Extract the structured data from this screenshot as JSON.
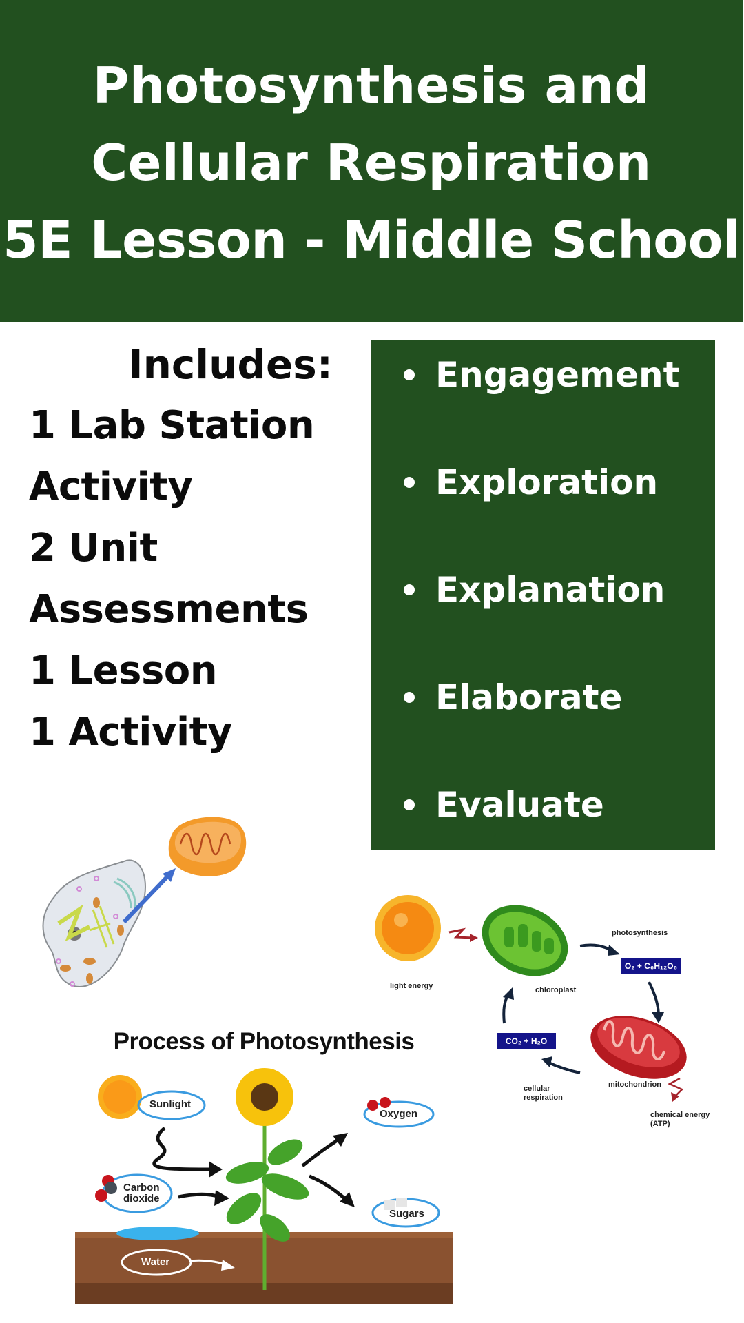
{
  "header": {
    "title_line1": "Photosynthesis and",
    "title_line2": "Cellular Respiration",
    "title_line3": "5E Lesson - Middle School",
    "bg_color": "#22501f"
  },
  "includes": {
    "title": "Includes:",
    "lines": [
      "1 Lab Station",
      "Activity",
      "2 Unit",
      "Assessments",
      "1 Lesson",
      "1 Activity"
    ]
  },
  "phases": {
    "items": [
      "Engagement",
      "Exploration",
      "Explanation",
      "Elaborate",
      "Evaluate"
    ],
    "bg_color": "#22501f"
  },
  "cell_illustration": {
    "icons": [
      "animal-cell-icon",
      "mitochondrion-icon",
      "arrow-icon"
    ]
  },
  "cycle_diagram": {
    "labels": {
      "light_energy": "light energy",
      "chloroplast": "chloroplast",
      "photosynthesis": "photosynthesis",
      "products": "O₂ + C₆H₁₂O₆",
      "mitochondrion": "mitochondrion",
      "chemical_energy": "chemical energy",
      "atp": "(ATP)",
      "reactants": "CO₂ + H₂O",
      "cellular": "cellular",
      "respiration": "respiration"
    }
  },
  "process_diagram": {
    "title": "Process of Photosynthesis",
    "labels": {
      "sunlight": "Sunlight",
      "carbon": "Carbon",
      "dioxide": "dioxide",
      "water": "Water",
      "oxygen": "Oxygen",
      "sugars": "Sugars"
    }
  }
}
